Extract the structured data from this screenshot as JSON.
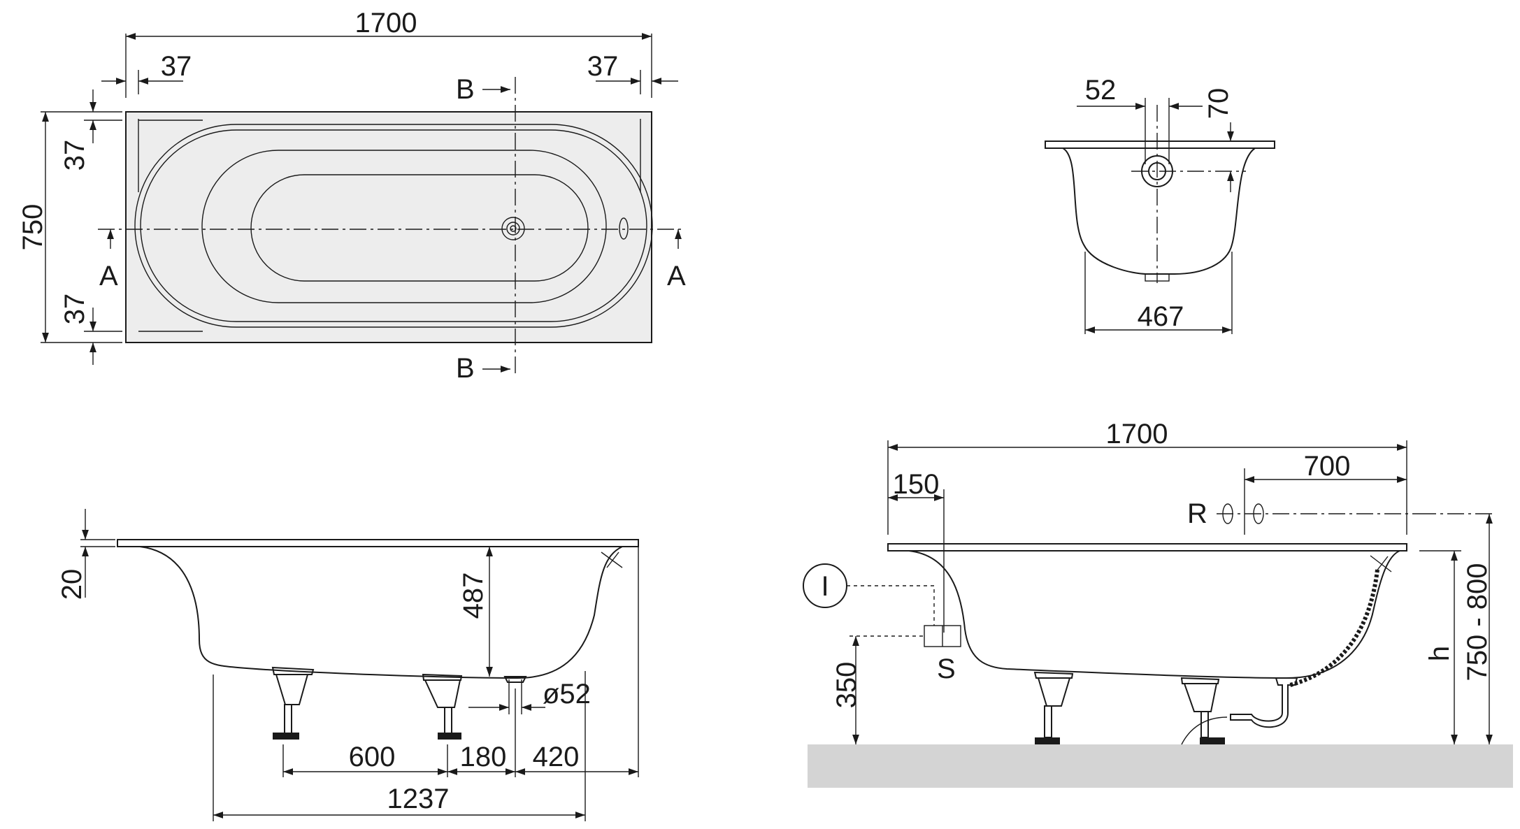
{
  "top_view": {
    "length": "1700",
    "end_margin_left": "37",
    "end_margin_right": "37",
    "width": "750",
    "side_margin_top": "37",
    "side_margin_bottom": "37",
    "section_b_top": "B",
    "section_b_bottom": "B",
    "section_a_left": "A",
    "section_a_right": "A"
  },
  "section_b": {
    "drain_diameter_offset": "52",
    "overflow_height": "70",
    "bottom_width": "467"
  },
  "side_view": {
    "rim_thickness": "20",
    "depth": "487",
    "drain_diameter": "ø52",
    "foot_spacing": "600",
    "foot_to_drain": "180",
    "drain_to_end": "420",
    "feet_overall": "1237"
  },
  "install_view": {
    "length": "1700",
    "fitting_offset": "700",
    "supply_offset": "150",
    "label_r": "R",
    "label_s": "S",
    "label_i": "I",
    "floor_to_supply": "350",
    "height_label": "h",
    "height_range": "750 - 800"
  }
}
